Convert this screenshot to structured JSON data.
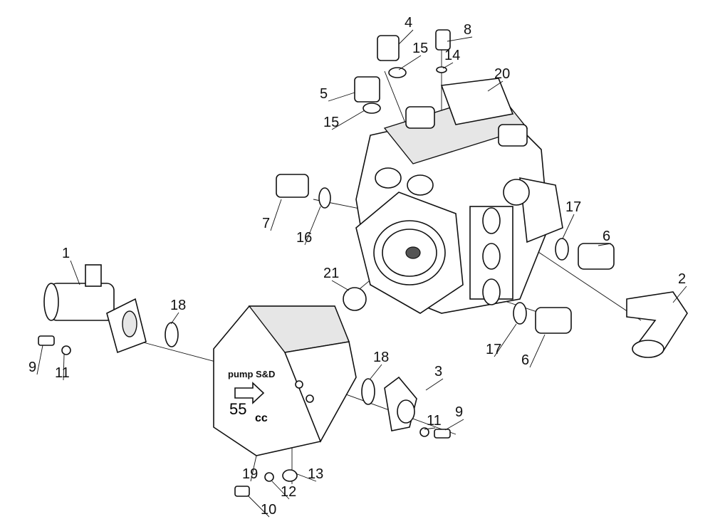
{
  "title": "Exploded view of hydraulic pump assembly",
  "callouts": [
    "4",
    "8",
    "15",
    "14",
    "20",
    "5",
    "15",
    "7",
    "16",
    "17",
    "6",
    "1",
    "2",
    "21",
    "18",
    "17",
    "6",
    "9",
    "11",
    "18",
    "3",
    "11",
    "9",
    "19",
    "13",
    "12",
    "10"
  ],
  "pump_label": {
    "line1": "pump S&D",
    "size": "55",
    "unit": "cc"
  }
}
